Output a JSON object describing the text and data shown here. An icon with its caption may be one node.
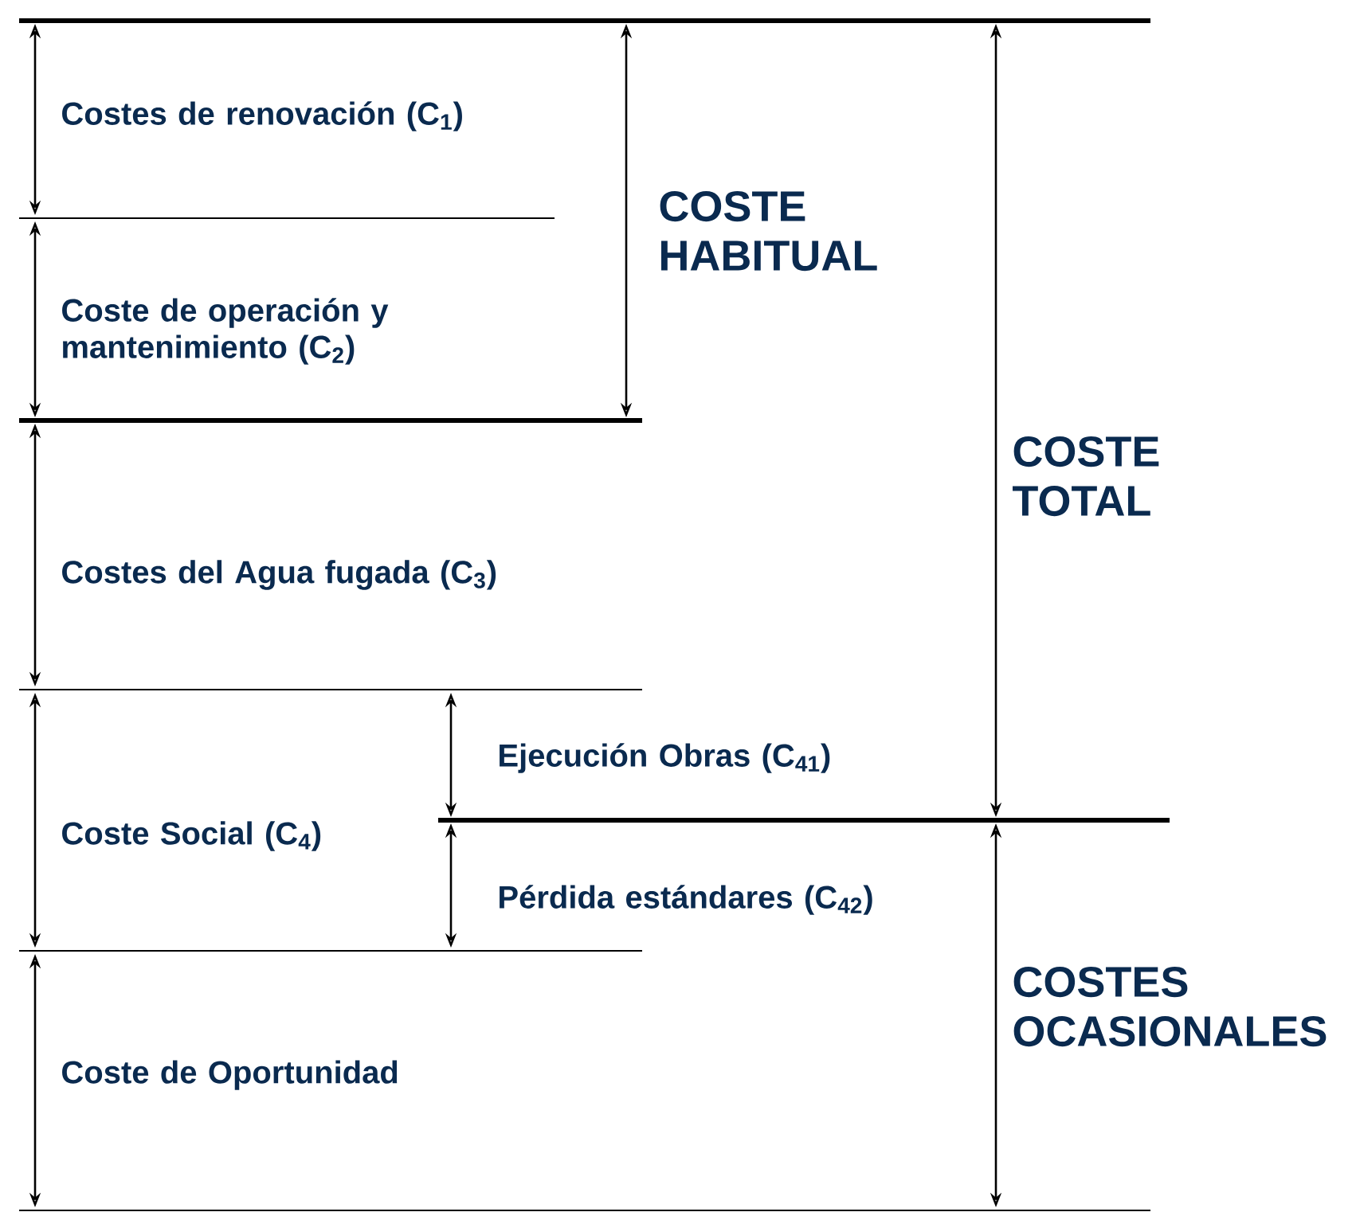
{
  "diagram": {
    "labels": [
      "Costes de renovación (C$_{1}$)",
      "COSTE HABITUAL",
      "Coste de operación y mantenimiento (C$_{2}$)",
      "COSTE TOTAL",
      "Costes del Agua fugada (C$_{3}$)",
      "Ejecución Obras (C$_{41}$)",
      "Coste Social (C$_{4}$)",
      "Pérdida estándares (C$_{42}$)",
      "COSTES OCASIONALES",
      "Coste de Oportunidad"
    ]
  }
}
